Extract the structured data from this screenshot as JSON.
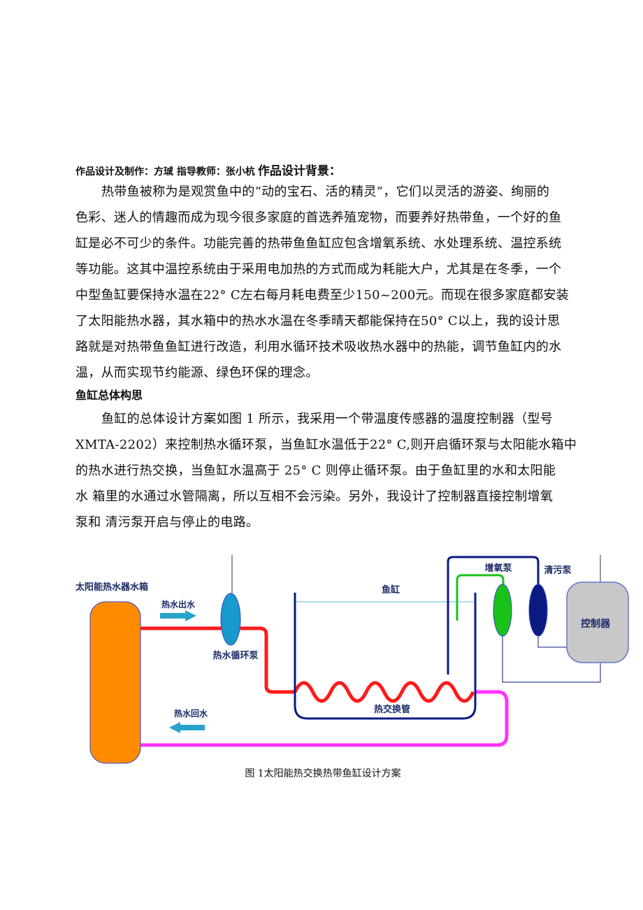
{
  "header": {
    "credits": "作品设计及制作：方珹 指导教师：张小杭",
    "section_title": "作品设计背景："
  },
  "background_paragraph": [
    "热带鱼被称为是观赏鱼中的“动的宝石、活的精灵”，它们以灵活的游姿、绚丽的",
    "色彩、迷人的情趣而成为现今很多家庭的首选养殖宠物，而要养好热带鱼，一个好的鱼",
    "缸是必不可少的条件。功能完善的热带鱼鱼缸应包含增氧系统、水处理系统、温控系统",
    "等功能。这其中温控系统由于采用电加热的方式而成为耗能大户，尤其是在冬季，一个",
    "中型鱼缸要保持水温在22° C左右每月耗电费至少150~200元。而现在很多家庭都安装",
    "了太阳能热水器，其水箱中的热水水温在冬季晴天都能保持在50° C以上，我的设计思",
    "路就是对热带鱼鱼缸进行改造，利用水循环技术吸收热水器中的热能，调节鱼缸内的水",
    "温，从而实现节约能源、绿色环保的理念。"
  ],
  "section2_title": "鱼缸总体构思",
  "concept_paragraph": [
    "鱼缸的总体设计方案如图 1 所示，我采用一个带温度传感器的温度控制器（型号",
    "XMTA-2202）来控制热水循环泵，当鱼缸水温低于22° C,则开启循环泵与太阳能水箱中",
    "的热水进行热交换，当鱼缸水温高于 25° C 则停止循环泵。由于鱼缸里的水和太阳能",
    "水 箱里的水通过水管隔离，所以互相不会污染。另外，我设计了控制器直接控制增氧",
    "泵和 清污泵开启与停止的电路。"
  ],
  "diagram": {
    "tank_label": "太阳能热水器水箱",
    "hot_out": "热水出水",
    "hot_return": "热水回水",
    "circ_pump": "热水循环泵",
    "fish_tank": "鱼缸",
    "exchanger": "热交换管",
    "oxygen_pump": "增氧泵",
    "clean_pump": "清污泵",
    "controller": "控制器",
    "colors": {
      "tank": "#ff8c00",
      "hot": "#ff1a1a",
      "return": "#ff33ff",
      "pipe": "#0a1a80",
      "green": "#19c219",
      "pump": "#1a9acc",
      "arrow": "#29a3cc",
      "controller": "#c8c8c8"
    }
  },
  "caption": "图 1太阳能热交换热带鱼缸设计方案"
}
